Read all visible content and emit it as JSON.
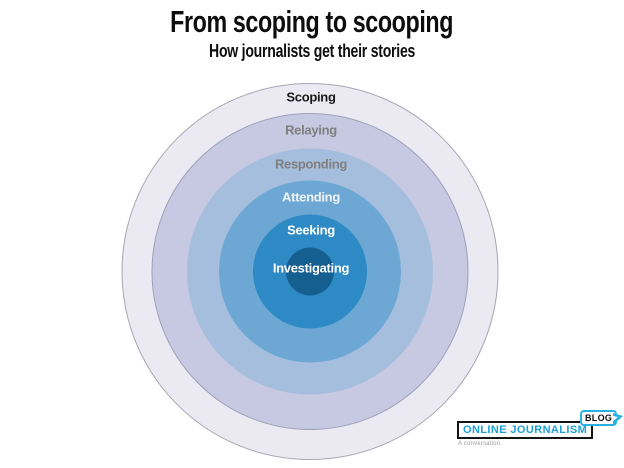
{
  "header": {
    "title": "From scoping to scooping",
    "subtitle": "How journalists get their stories"
  },
  "rings": [
    {
      "label": "Scoping",
      "fill": "#ebeaf2",
      "label_color": "#1a1a1a"
    },
    {
      "label": "Relaying",
      "fill": "#c6c9e1",
      "label_color": "#7f7f7f"
    },
    {
      "label": "Responding",
      "fill": "#a5bedd",
      "label_color": "#7f7f7f"
    },
    {
      "label": "Attending",
      "fill": "#6da7d4",
      "label_color": "#f0f3f6"
    },
    {
      "label": "Seeking",
      "fill": "#2e8ac4",
      "label_color": "#ffffff"
    },
    {
      "label": "Investigating",
      "fill": "#155f90",
      "label_color": "#ffffff"
    }
  ],
  "logo": {
    "name": "ONLINE JOURNALISM",
    "badge": "BLOG",
    "tagline": "A conversation.",
    "brand_color": "#1b9fd9",
    "bubble_color": "#29b1e2"
  },
  "colors": {
    "background": "#ffffff",
    "outer_ring_border": "#a6a6b3",
    "second_ring_border": "#9ea1ba"
  }
}
